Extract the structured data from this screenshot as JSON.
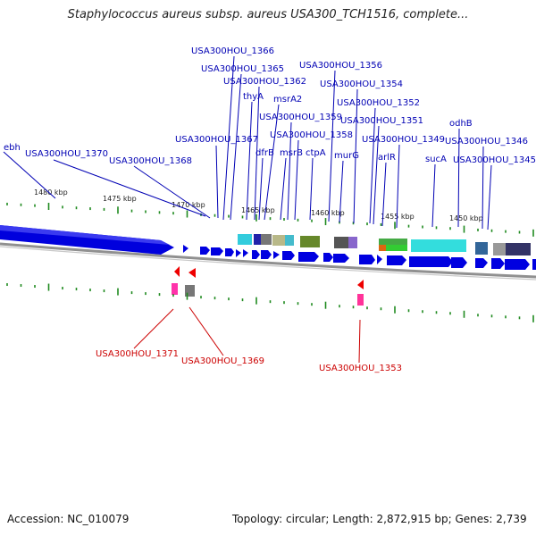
{
  "title": "Staphylococcus aureus subsp. aureus USA300_TCH1516, complete...",
  "footer": {
    "accession": "Accession: NC_010079",
    "summary": "Topology: circular; Length: 2,872,915 bp; Genes: 2,739"
  },
  "colors": {
    "forward_gene": "#0000e0",
    "reverse_gene": "#ee0000",
    "forward_label": "#0000b4",
    "reverse_label": "#cc0000",
    "tick": "#1f8a1f",
    "backbone": "#808080"
  },
  "scale_labels": [
    "1480 kbp",
    "1475 kbp",
    "1470 kbp",
    "1465 kbp",
    "1460 kbp",
    "1455 kbp",
    "1450 kbp"
  ],
  "forward_genes": [
    {
      "label": "ebh"
    },
    {
      "label": "USA300HOU_1370"
    },
    {
      "label": "USA300HOU_1368"
    },
    {
      "label": "USA300HOU_1367"
    },
    {
      "label": "USA300HOU_1366"
    },
    {
      "label": "USA300HOU_1365"
    },
    {
      "label": "thyA"
    },
    {
      "label": "USA300HOU_1362"
    },
    {
      "label": "dfrB"
    },
    {
      "label": "msrA2"
    },
    {
      "label": "msrB"
    },
    {
      "label": "USA300HOU_1359"
    },
    {
      "label": "USA300HOU_1358"
    },
    {
      "label": "ctpA"
    },
    {
      "label": "USA300HOU_1356"
    },
    {
      "label": "murG"
    },
    {
      "label": "USA300HOU_1354"
    },
    {
      "label": "USA300HOU_1352"
    },
    {
      "label": "USA300HOU_1351"
    },
    {
      "label": "arlR"
    },
    {
      "label": "USA300HOU_1349"
    },
    {
      "label": "sucA"
    },
    {
      "label": "odhB"
    },
    {
      "label": "USA300HOU_1346"
    },
    {
      "label": "USA300HOU_1345"
    }
  ],
  "reverse_genes": [
    {
      "label": "USA300HOU_1371"
    },
    {
      "label": "USA300HOU_1369"
    },
    {
      "label": "USA300HOU_1353"
    }
  ]
}
